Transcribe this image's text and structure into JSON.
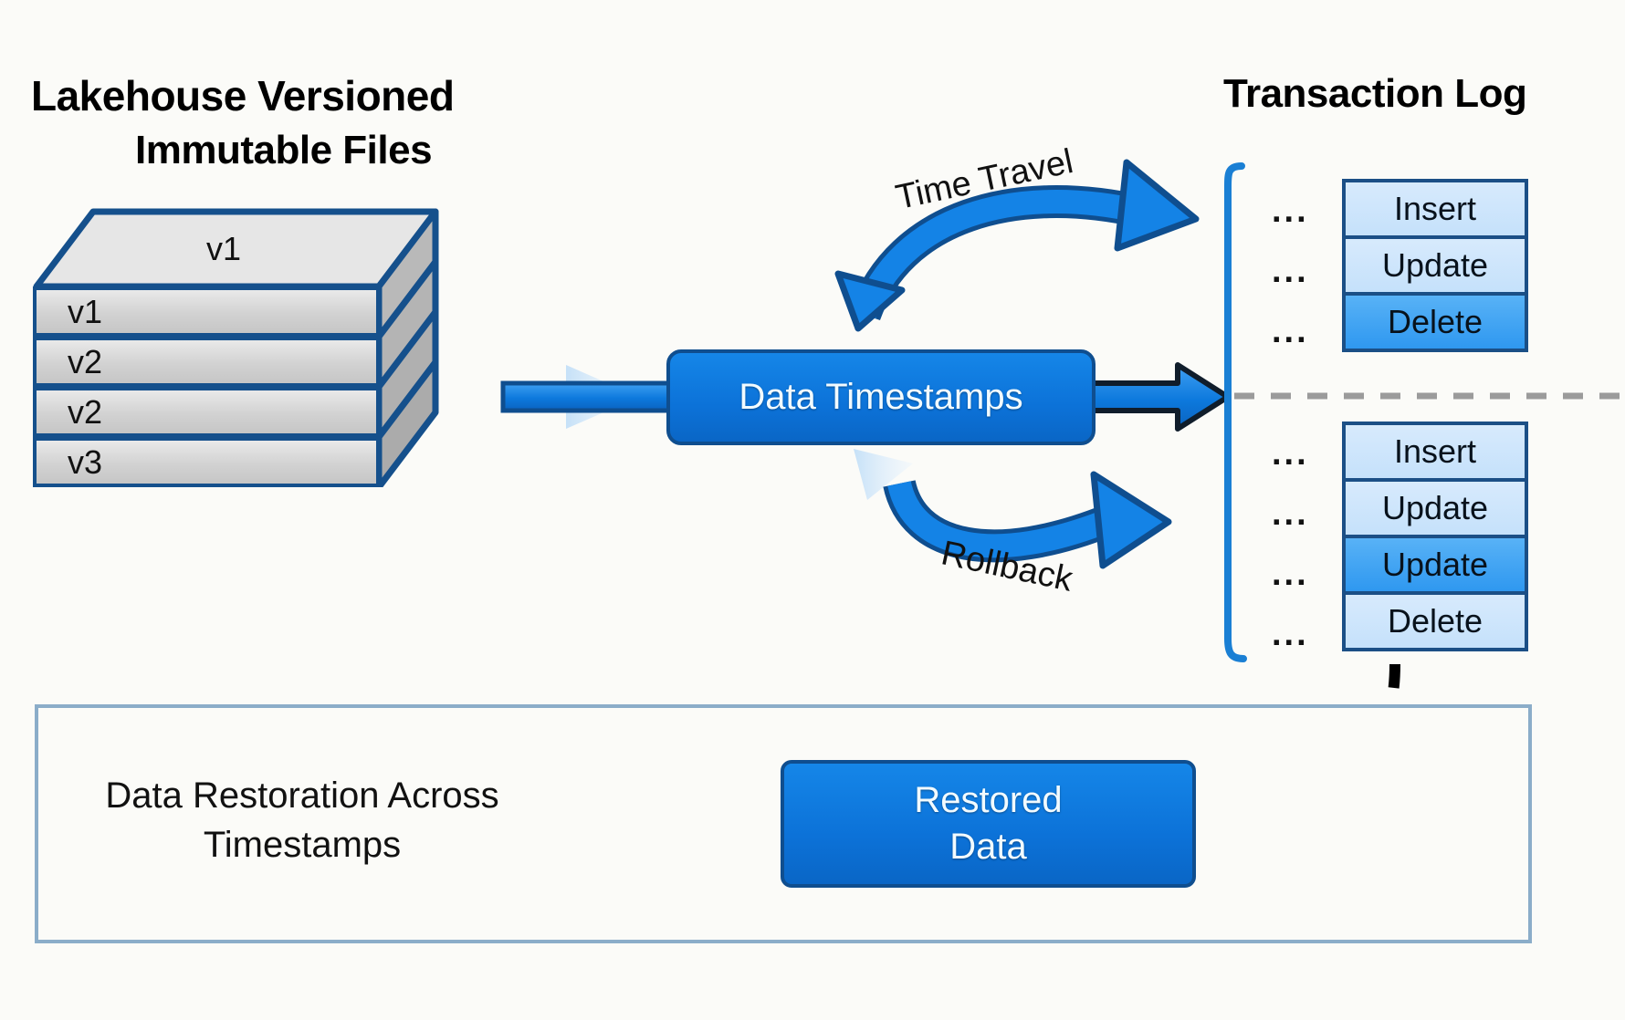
{
  "headings": {
    "left_line1": "Lakehouse Versioned",
    "left_line2": "Immutable Files",
    "right": "Transaction Log"
  },
  "stack": {
    "top_face_label": "v1",
    "layers": [
      {
        "label": "v1"
      },
      {
        "label": "v2"
      },
      {
        "label": "v2"
      },
      {
        "label": "v3"
      }
    ]
  },
  "center": {
    "box_label": "Data Timestamps"
  },
  "arrows": {
    "time_travel_label": "Time Travel",
    "rollback_label": "Rollback"
  },
  "transaction_log": {
    "ellipsis": "...",
    "groups": [
      {
        "name": "upper-log-group",
        "entries": [
          {
            "label": "Insert",
            "highlighted": false
          },
          {
            "label": "Update",
            "highlighted": false
          },
          {
            "label": "Delete",
            "highlighted": true
          }
        ]
      },
      {
        "name": "lower-log-group",
        "entries": [
          {
            "label": "Insert",
            "highlighted": false
          },
          {
            "label": "Update",
            "highlighted": false
          },
          {
            "label": "Update",
            "highlighted": true
          },
          {
            "label": "Delete",
            "highlighted": false
          }
        ]
      }
    ]
  },
  "restoration": {
    "caption": "Data Restoration Across Timestamps",
    "box_line1": "Restored",
    "box_line2": "Data"
  },
  "colors": {
    "accent_blue": "#0c72d8",
    "dark_outline": "#0f4e8f",
    "log_light": "#cfe5fb",
    "log_dark": "#3f9ff2",
    "panel_border": "#8badc9",
    "stack_outline": "#15508c",
    "background": "#fbfbf8"
  }
}
